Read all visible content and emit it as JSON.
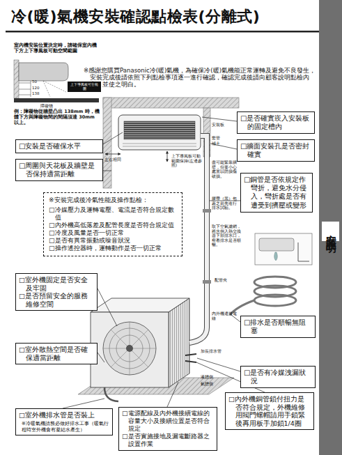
{
  "diagram": {
    "title": "冷(暖)氣機安裝確認點檢表(分離式)",
    "nodes": [
      {
        "text": [
          "□是否確實崁入安裝板的固定槽內"
        ]
      },
      {
        "text": [
          "□安裝是否確保水平"
        ]
      },
      {
        "text": [
          "□牆面安裝孔是否密封確實"
        ]
      },
      {
        "text": [
          "□周圍與天花板及牆壁是否保持適當距離"
        ]
      },
      {
        "text": [
          "□銅管是否依規定作彎折，避免水分侵入，彎折處是否有遭受到擠壓或變形"
        ]
      },
      {
        "text": [
          "※安裝完成後冷氣性能及操作點檢：",
          "□冷媒壓力及運轉電壓、電流是否符合規定數值",
          "□內外機高低落差及配管長度是否符合規定值",
          "□冷度及風量是否一切正常",
          "□是否有異常振動或噪音狀況",
          "□操作遙控器時，運轉動作是否一切正常"
        ]
      },
      {
        "text": [
          "□室外機固定是否安全及牢固",
          "□是否預留安全的服務維修空間"
        ]
      },
      {
        "text": [
          "□排水是否順暢無阻塞"
        ]
      },
      {
        "text": [
          "□室外散熱空間是否確保適當距離"
        ]
      },
      {
        "text": [
          "□是否有冷媒洩漏狀況"
        ]
      },
      {
        "text": [
          "□室外機排水管是否裝上",
          "※冷暖氣機請務必做好排水工事（暖氣行程時室外機會有凝結水產生）"
        ]
      },
      {
        "text": [
          "□電源配線及內外機接續電線的容量大小及接續位置是否符合規定",
          "□是否實施接地及漏電斷路器之設置作業"
        ]
      },
      {
        "text": [
          "□內外機銅管鎖付扭力是否符合規定，外機維修用閥門螺帽請用手鎖緊後再用板手加鎖1/4圈"
        ]
      }
    ],
    "labels": [
      "室內機安裝位置決定時，請確保室內機下方上下導風板可動空間範圍",
      "50",
      "120",
      "138",
      "上下導風板可動範圍",
      "障礙物",
      "例：障礙物從牆壁凸出 138mm 時，機體下方與障礙物間的間隔須達 30mm 以上。",
      "※感謝您購買Panasonic冷(暖)氣機，為確保冷(暖)氣機能正常運轉及避免不良發生，安裝完成後請依照下列點檢事項逐一進行確認，確認完成後請向顧客說明點檢內容，並使之明白。",
      "安裝板",
      "套管",
      "補土",
      "上下導風板可動範圍保持(左邊參照)",
      "左右相同",
      "盡可能緊靠牆壁，但要小心處置以防損傷破損。",
      "膠帶（黑）包裹之前先進行排水試驗。",
      "取下空氣濾網，將水倒入熱交換器下部排水口，察看排水是否順暢。",
      "配管夾",
      "內外機連接電線",
      "加長排水管",
      "液體側",
      "氣體側",
      "安裝說明"
    ]
  }
}
